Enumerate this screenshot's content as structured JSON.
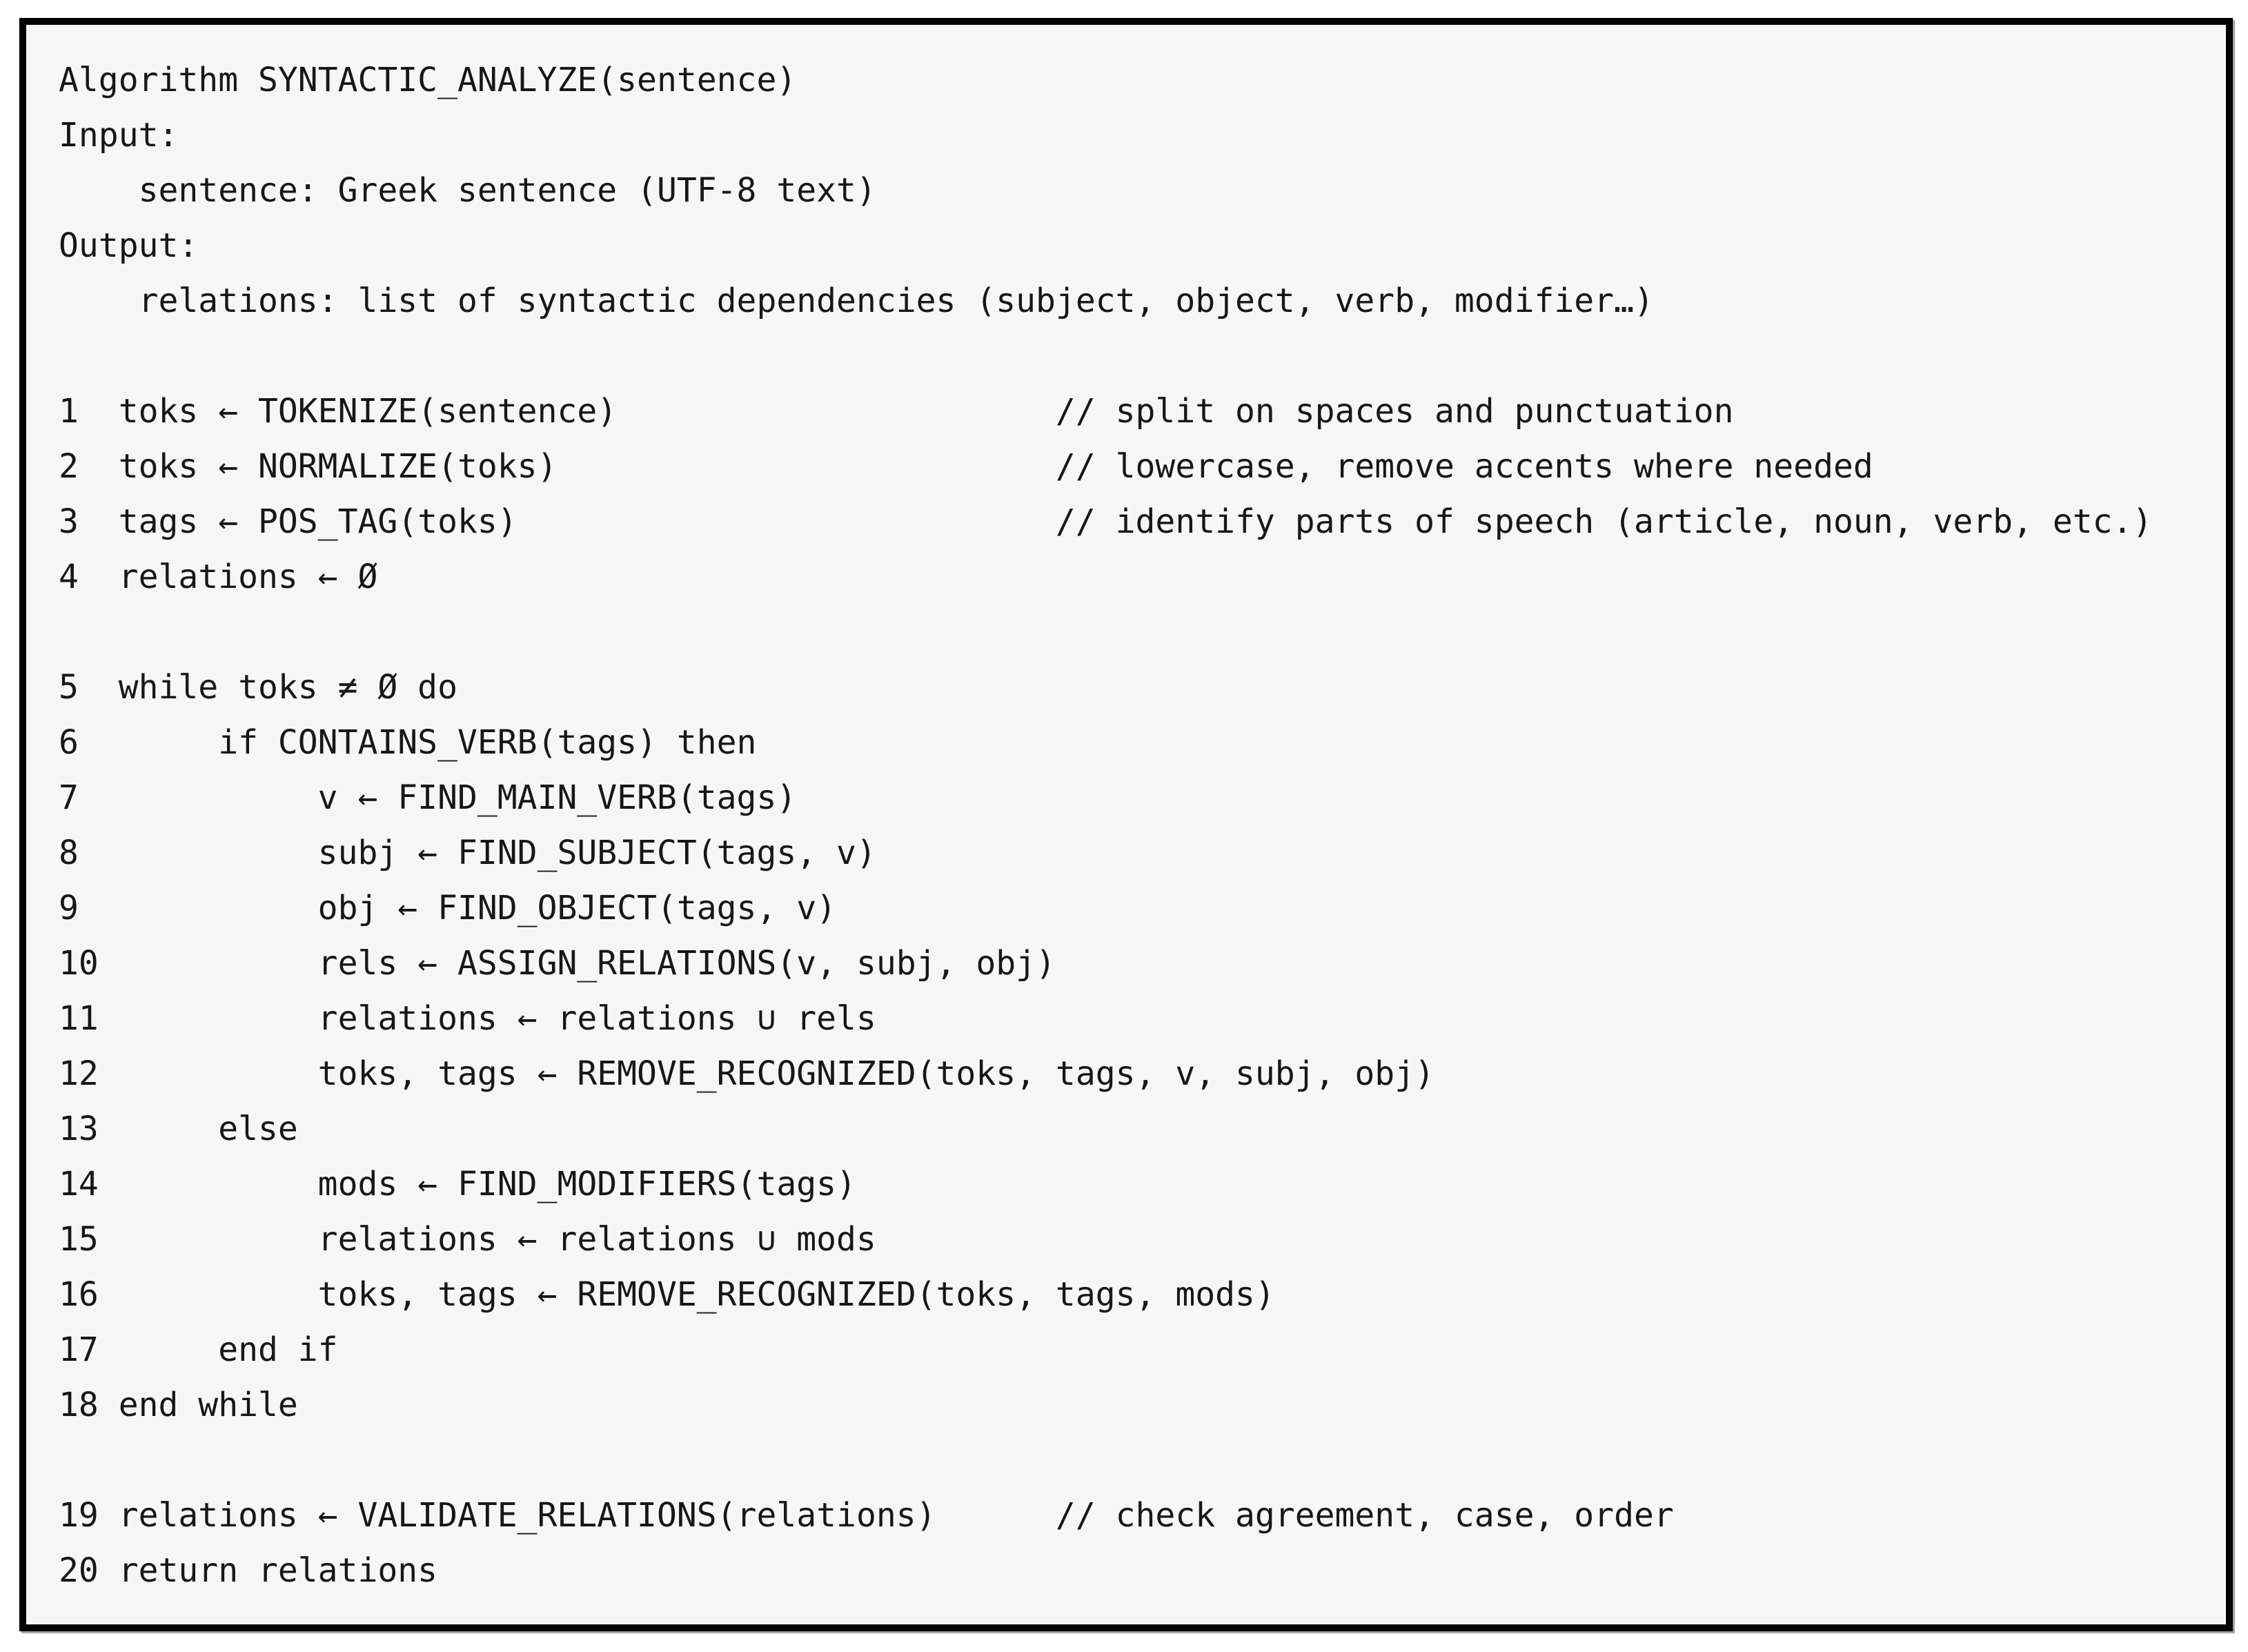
{
  "algorithm": {
    "title_lines": [
      "Algorithm SYNTACTIC_ANALYZE(sentence)",
      "Input:",
      "    sentence: Greek sentence (UTF-8 text)",
      "Output:",
      "    relations: list of syntactic dependencies (subject, object, verb, modifier…)"
    ],
    "lines": [
      {
        "num": 1,
        "indent": 0,
        "code": "toks ← TOKENIZE(sentence)",
        "comment": "// split on spaces and punctuation"
      },
      {
        "num": 2,
        "indent": 0,
        "code": "toks ← NORMALIZE(toks)",
        "comment": "// lowercase, remove accents where needed"
      },
      {
        "num": 3,
        "indent": 0,
        "code": "tags ← POS_TAG(toks)",
        "comment": "// identify parts of speech (article, noun, verb, etc.)"
      },
      {
        "num": 4,
        "indent": 0,
        "code": "relations ← Ø"
      },
      {
        "blank": true
      },
      {
        "num": 5,
        "indent": 0,
        "code": "while toks ≠ Ø do"
      },
      {
        "num": 6,
        "indent": 1,
        "code": "if CONTAINS_VERB(tags) then"
      },
      {
        "num": 7,
        "indent": 2,
        "code": "v ← FIND_MAIN_VERB(tags)"
      },
      {
        "num": 8,
        "indent": 2,
        "code": "subj ← FIND_SUBJECT(tags, v)"
      },
      {
        "num": 9,
        "indent": 2,
        "code": "obj ← FIND_OBJECT(tags, v)"
      },
      {
        "num": 10,
        "indent": 2,
        "code": "rels ← ASSIGN_RELATIONS(v, subj, obj)"
      },
      {
        "num": 11,
        "indent": 2,
        "code": "relations ← relations ∪ rels"
      },
      {
        "num": 12,
        "indent": 2,
        "code": "toks, tags ← REMOVE_RECOGNIZED(toks, tags, v, subj, obj)"
      },
      {
        "num": 13,
        "indent": 1,
        "code": "else"
      },
      {
        "num": 14,
        "indent": 2,
        "code": "mods ← FIND_MODIFIERS(tags)"
      },
      {
        "num": 15,
        "indent": 2,
        "code": "relations ← relations ∪ mods"
      },
      {
        "num": 16,
        "indent": 2,
        "code": "toks, tags ← REMOVE_RECOGNIZED(toks, tags, mods)"
      },
      {
        "num": 17,
        "indent": 1,
        "code": "end if"
      },
      {
        "num": 18,
        "indent": 0,
        "code": "end while"
      },
      {
        "blank": true
      },
      {
        "num": 19,
        "indent": 0,
        "code": "relations ← VALIDATE_RELATIONS(relations)",
        "comment": "// check agreement, case, order"
      },
      {
        "num": 20,
        "indent": 0,
        "code": "return relations"
      }
    ],
    "layout": {
      "num_field_width": 3,
      "indent_unit_spaces": 5,
      "comment_column": 50,
      "blank_line_after_header": true
    },
    "colors": {
      "frame_border": "#000000",
      "panel_background": "#f6f6f7",
      "text": "#17171a",
      "page_background": "#ffffff"
    }
  }
}
